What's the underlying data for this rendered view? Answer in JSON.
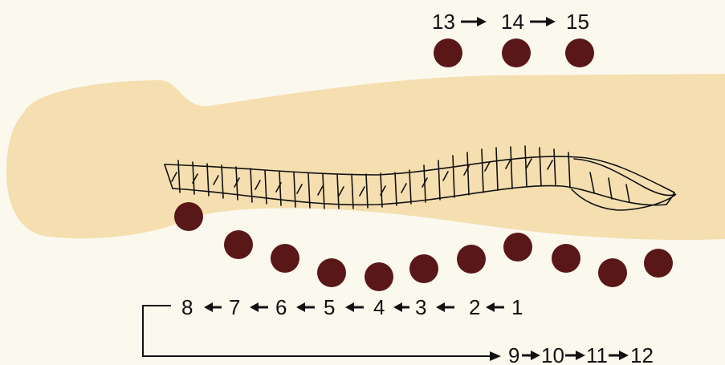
{
  "colors": {
    "background": "#fbf8ee",
    "body_silhouette": "#f5dfb0",
    "point": "#5a1717",
    "line": "#111111"
  },
  "top_sequence": [
    "13",
    "14",
    "15"
  ],
  "bottom_sequence": [
    "8",
    "7",
    "6",
    "5",
    "4",
    "3",
    "2",
    "1"
  ],
  "lower_sequence": [
    "9",
    "10",
    "11",
    "12"
  ],
  "points_top_count": 3,
  "points_bottom_count": 11
}
